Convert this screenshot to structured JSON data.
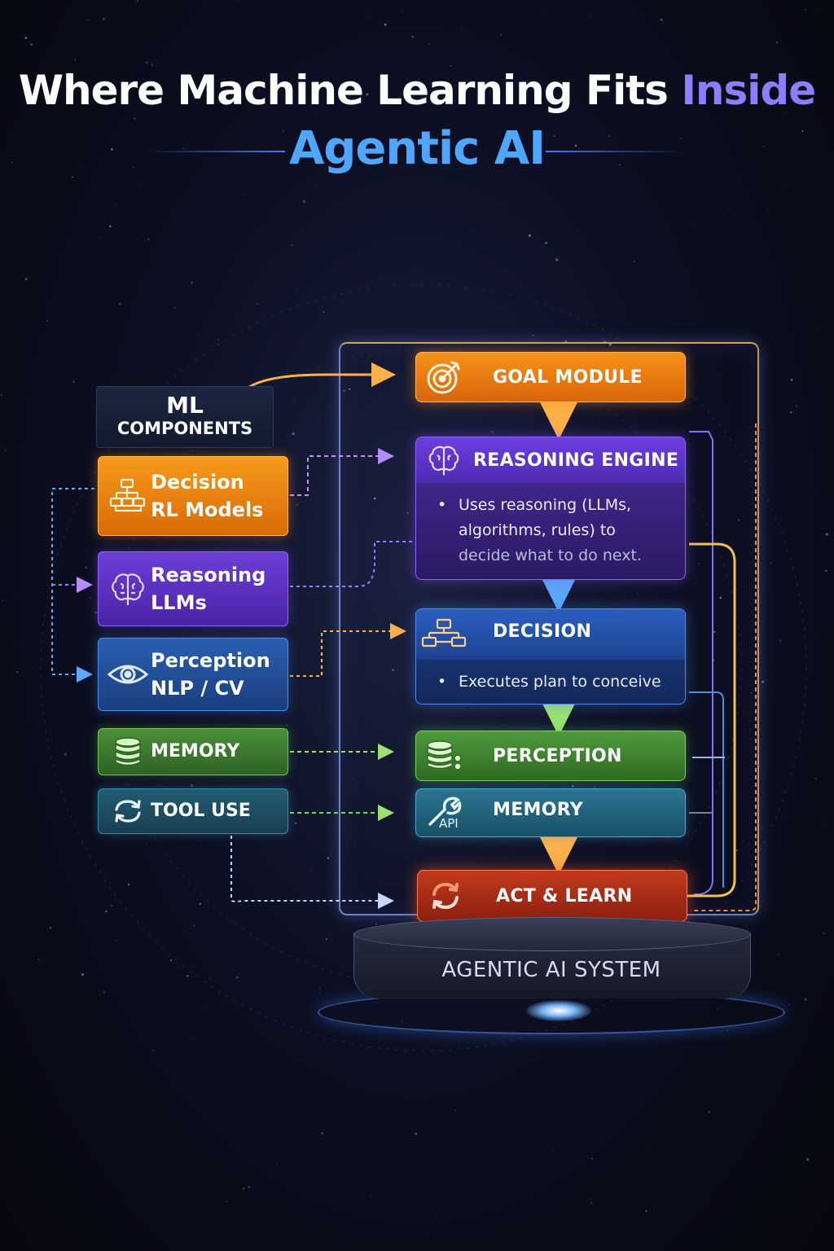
{
  "title": {
    "line1_main": "Where Machine Learning Fits ",
    "line1_accent": "Inside",
    "line2": "Agentic AI"
  },
  "ml_components": {
    "header_line1": "ML",
    "header_line2": "COMPONENTS",
    "cards": [
      {
        "icon": "decision-tree-icon",
        "lines": [
          "Decision",
          "RL Models"
        ]
      },
      {
        "icon": "brain-icon",
        "lines": [
          "Reasoning",
          "LLMs"
        ]
      },
      {
        "icon": "eye-icon",
        "lines": [
          "Perception",
          "NLP / CV"
        ]
      },
      {
        "icon": "database-icon",
        "lines": [
          "MEMORY"
        ]
      },
      {
        "icon": "sync-arrows-icon",
        "lines": [
          "TOOL USE"
        ]
      }
    ]
  },
  "system": {
    "modules": [
      {
        "icon": "target-icon",
        "label": "GOAL MODULE"
      },
      {
        "icon": "brain-icon",
        "label": "REASONING ENGINE",
        "bullet": [
          "Uses reasoning (LLMs,",
          "algorithms, rules) to",
          "decide what to do next."
        ]
      },
      {
        "icon": "flowchart-icon",
        "label": "DECISION",
        "bullet": [
          "Executes plan to conceive"
        ]
      },
      {
        "icon": "database-icon",
        "label": "PERCEPTION"
      },
      {
        "icon": "wrench-api-icon",
        "icon_text": "API",
        "label": "MEMORY"
      },
      {
        "icon": "cycle-arrows-icon",
        "label": "ACT & LEARN"
      }
    ],
    "base_label": "AGENTIC AI SYSTEM"
  },
  "colors": {
    "orange": "#f7931a",
    "purple": "#6c3fe0",
    "blue": "#2a5fc0",
    "green": "#4f9a3c",
    "teal": "#2a7590",
    "red": "#c23a1c",
    "title_accent": "#4ea6ff"
  }
}
